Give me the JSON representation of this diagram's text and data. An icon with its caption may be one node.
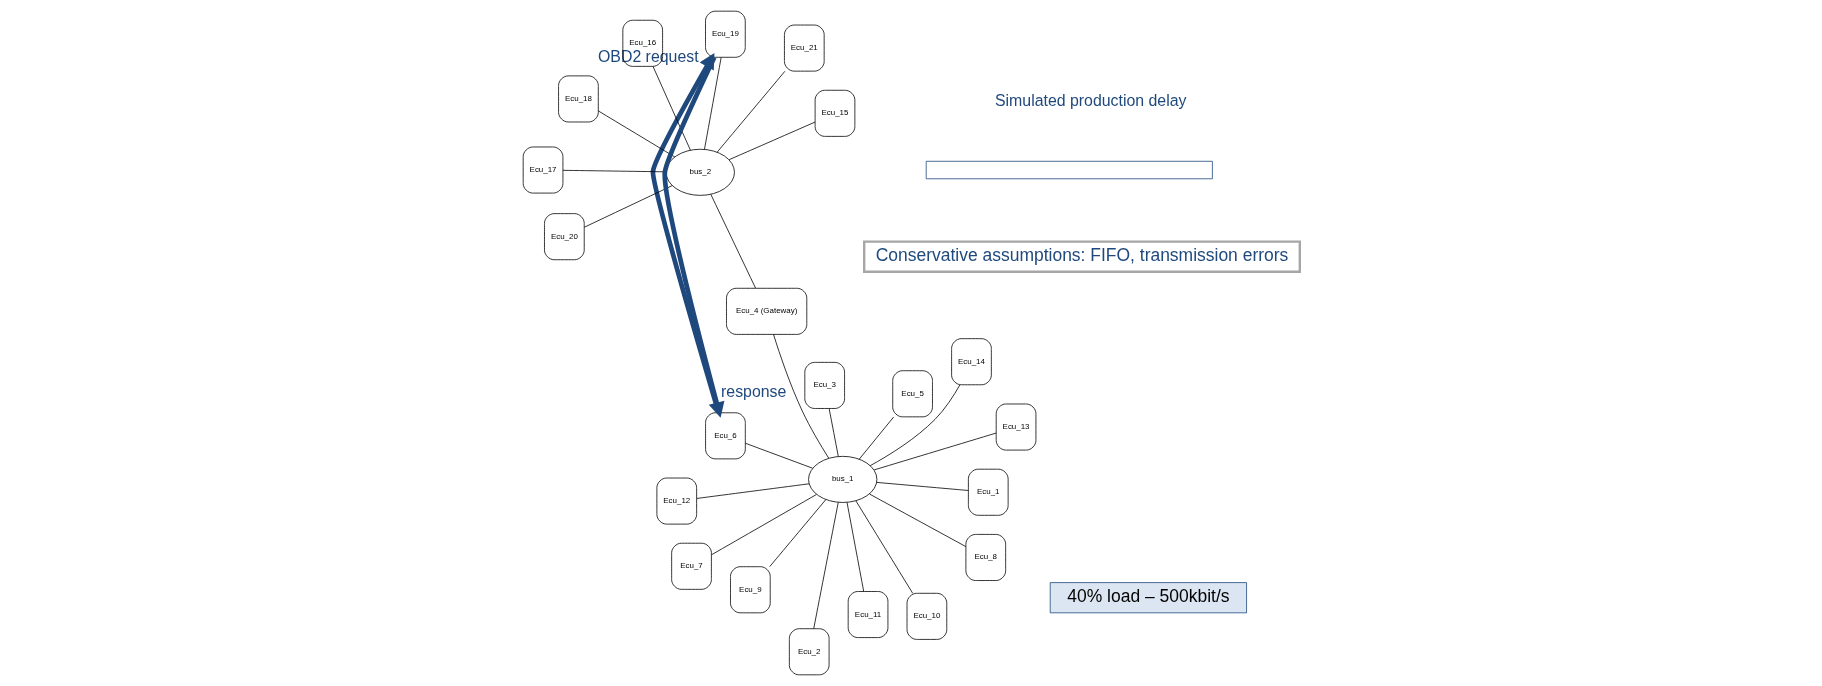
{
  "diagram": {
    "nodes": [
      {
        "text": [
          "40% load – 500kbit/s"
        ]
      },
      {
        "text": [
          "bus_1"
        ]
      },
      {
        "text": [
          "Ecu_1"
        ]
      },
      {
        "text": [
          "Ecu_2"
        ]
      },
      {
        "text": [
          "Ecu_3"
        ]
      },
      {
        "text": [
          "Ecu_5"
        ]
      },
      {
        "text": [
          "Ecu_6"
        ]
      },
      {
        "text": [
          "Ecu_7"
        ]
      },
      {
        "text": [
          "Ecu_8"
        ]
      },
      {
        "text": [
          "Ecu_9"
        ]
      },
      {
        "text": [
          "Ecu_10"
        ]
      },
      {
        "text": [
          "Ecu_11"
        ]
      },
      {
        "text": [
          "Ecu_12"
        ]
      },
      {
        "text": [
          "Ecu_13"
        ]
      },
      {
        "text": [
          "Ecu_14"
        ]
      },
      {
        "text": [
          "Ecu_4 (Gateway)"
        ]
      },
      {
        "text": [
          "bus_2"
        ]
      },
      {
        "text": [
          "Ecu_15"
        ]
      },
      {
        "text": [
          "Ecu_16"
        ]
      },
      {
        "text": [
          "Ecu_17"
        ]
      },
      {
        "text": [
          "Ecu_18"
        ]
      },
      {
        "text": [
          "Ecu_19"
        ]
      },
      {
        "text": [
          "Ecu_20"
        ]
      },
      {
        "text": [
          "Ecu_21"
        ]
      },
      {
        "text": [
          "Conservative assumptions: FIFO, transmission errors"
        ]
      },
      {
        "text": [],
        "shape": "box"
      }
    ],
    "edges": [
      {
        "from": 1,
        "to": 2,
        "arrow": "none"
      },
      {
        "from": 1,
        "to": 3,
        "arrow": "none"
      },
      {
        "from": 1,
        "to": 4,
        "arrow": "none"
      },
      {
        "from": 1,
        "to": 5,
        "arrow": "none"
      },
      {
        "from": 1,
        "to": 6,
        "arrow": "none"
      },
      {
        "from": 1,
        "to": 7,
        "arrow": "none"
      },
      {
        "from": 1,
        "to": 8,
        "arrow": "none"
      },
      {
        "from": 1,
        "to": 9,
        "arrow": "none"
      },
      {
        "from": 1,
        "to": 10,
        "arrow": "none"
      },
      {
        "from": 1,
        "to": 11,
        "arrow": "none"
      },
      {
        "from": 1,
        "to": 12,
        "arrow": "none"
      },
      {
        "from": 1,
        "to": 13,
        "arrow": "none"
      },
      {
        "from": 1,
        "to": 14,
        "arrow": "none"
      },
      {
        "from": 1,
        "to": 15,
        "arrow": "none"
      },
      {
        "from": 15,
        "to": 16,
        "arrow": "none"
      },
      {
        "from": 16,
        "to": 17,
        "arrow": "none"
      },
      {
        "from": 16,
        "to": 18,
        "arrow": "none"
      },
      {
        "from": 16,
        "to": 19,
        "arrow": "none"
      },
      {
        "from": 16,
        "to": 20,
        "arrow": "none"
      },
      {
        "from": 16,
        "to": 21,
        "arrow": "none"
      },
      {
        "from": 16,
        "to": 22,
        "arrow": "none"
      },
      {
        "from": 16,
        "to": 23,
        "arrow": "none"
      },
      {
        "from": 6,
        "to": 21,
        "arrow": "to",
        "label": "OBD2 request",
        "style": "thick",
        "color": "#1f497d"
      },
      {
        "from": 21,
        "to": 6,
        "arrow": "to",
        "label": "response",
        "style": "thick",
        "color": "#1f497d"
      }
    ],
    "labels": [
      "Simulated production delay"
    ]
  }
}
